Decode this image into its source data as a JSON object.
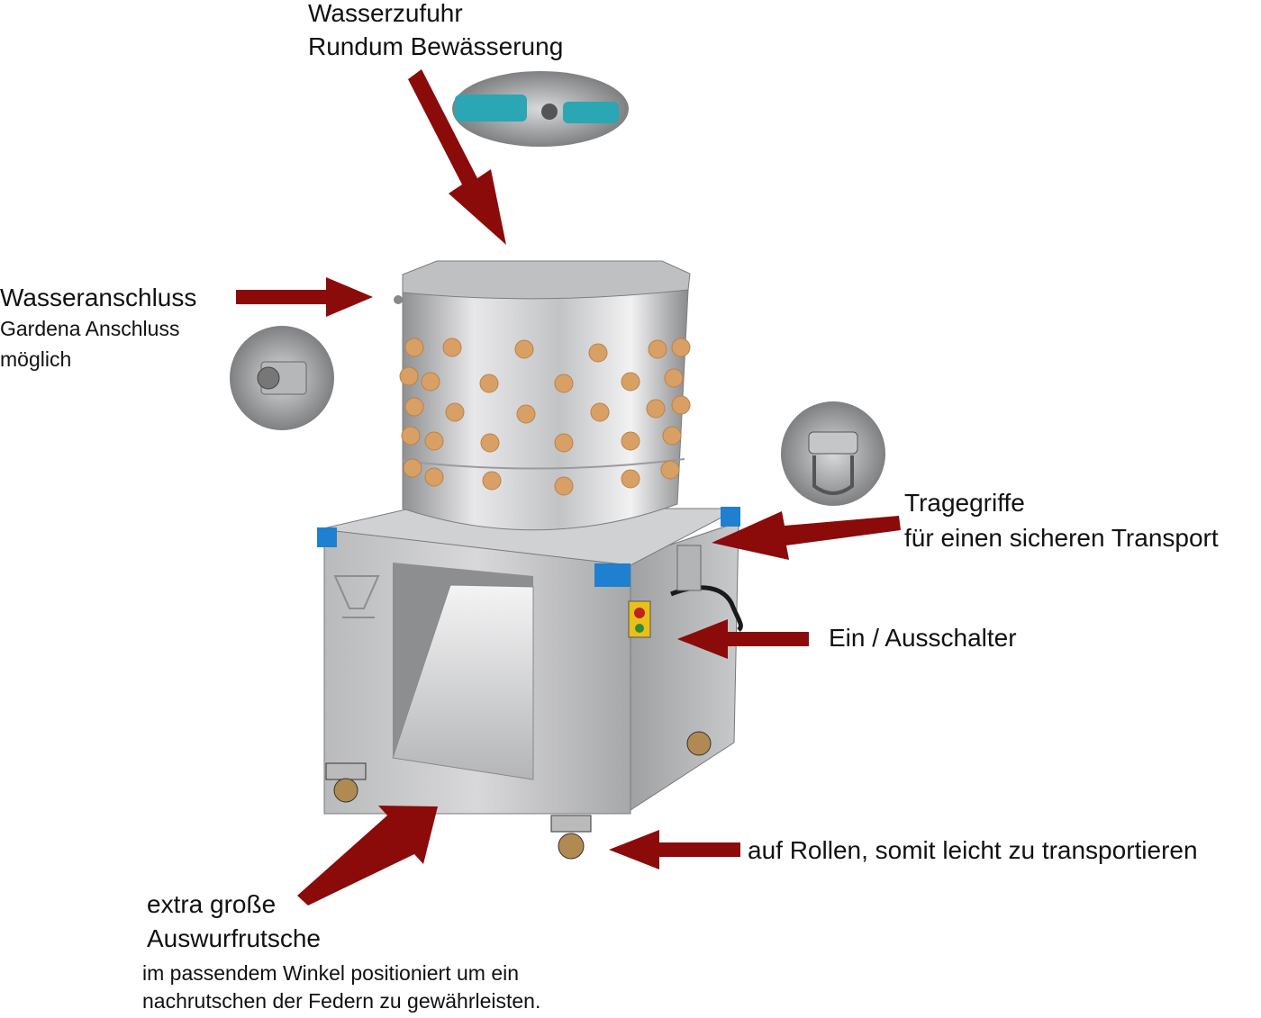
{
  "labels": {
    "water_supply_title": "Wasserzufuhr",
    "water_supply_sub": "Rundum Bewässerung",
    "water_connection_title": "Wasseranschluss",
    "water_connection_sub1": "Gardena Anschluss",
    "water_connection_sub2": "möglich",
    "handles_title": "Tragegriffe",
    "handles_sub": "für einen sicheren Transport",
    "switch": "Ein / Ausschalter",
    "wheels": "auf Rollen, somit leicht zu transportieren",
    "chute_title1": "extra große",
    "chute_title2": "Auswurfrutsche",
    "chute_sub1": "im passendem Winkel positioniert um ein",
    "chute_sub2": "nachrutschen der Federn zu gewährleisten."
  },
  "colors": {
    "arrow": "#8b0a0a",
    "steel": "#c9cacc",
    "finger": "#d9a066",
    "corner": "#1f7fd0",
    "hose": "#2aa6b4"
  },
  "icons": [
    "arrow-icon",
    "water-inlet-detail",
    "hose-connector-detail",
    "handle-detail",
    "plucker-machine"
  ]
}
